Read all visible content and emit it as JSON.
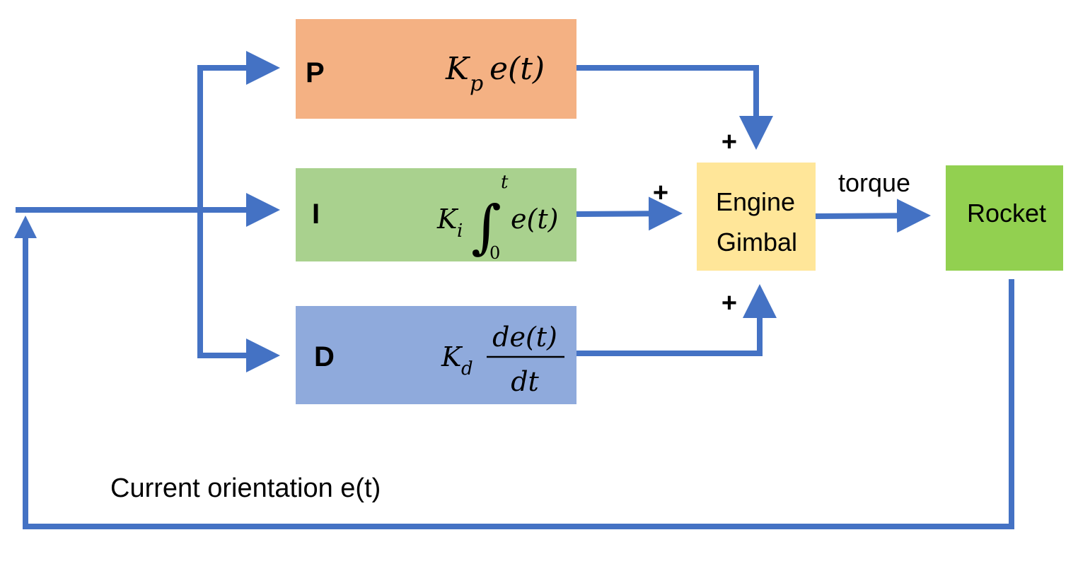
{
  "blocks": {
    "p": {
      "letter": "P",
      "formula": {
        "k": "K",
        "sub": "p",
        "rest": "e(t)"
      },
      "color": "#f4b183"
    },
    "i": {
      "letter": "I",
      "formula": {
        "k": "K",
        "sub": "i",
        "integral": "∫",
        "upper": "t",
        "lower": "0",
        "rest": "e(t)"
      },
      "color": "#a9d18e"
    },
    "d": {
      "letter": "D",
      "formula": {
        "k": "K",
        "sub": "d",
        "numerator": "de(t)",
        "denominator": "dt"
      },
      "color": "#8faadc"
    },
    "gimbal": {
      "line1": "Engine",
      "line2": "Gimbal",
      "color": "#ffe699"
    },
    "rocket": {
      "label": "Rocket",
      "color": "#92d050"
    }
  },
  "signs": {
    "top": "+",
    "left": "+",
    "bottom": "+"
  },
  "labels": {
    "torque": "torque",
    "feedback": "Current orientation e(t)"
  },
  "arrow_color": "#4472c4"
}
